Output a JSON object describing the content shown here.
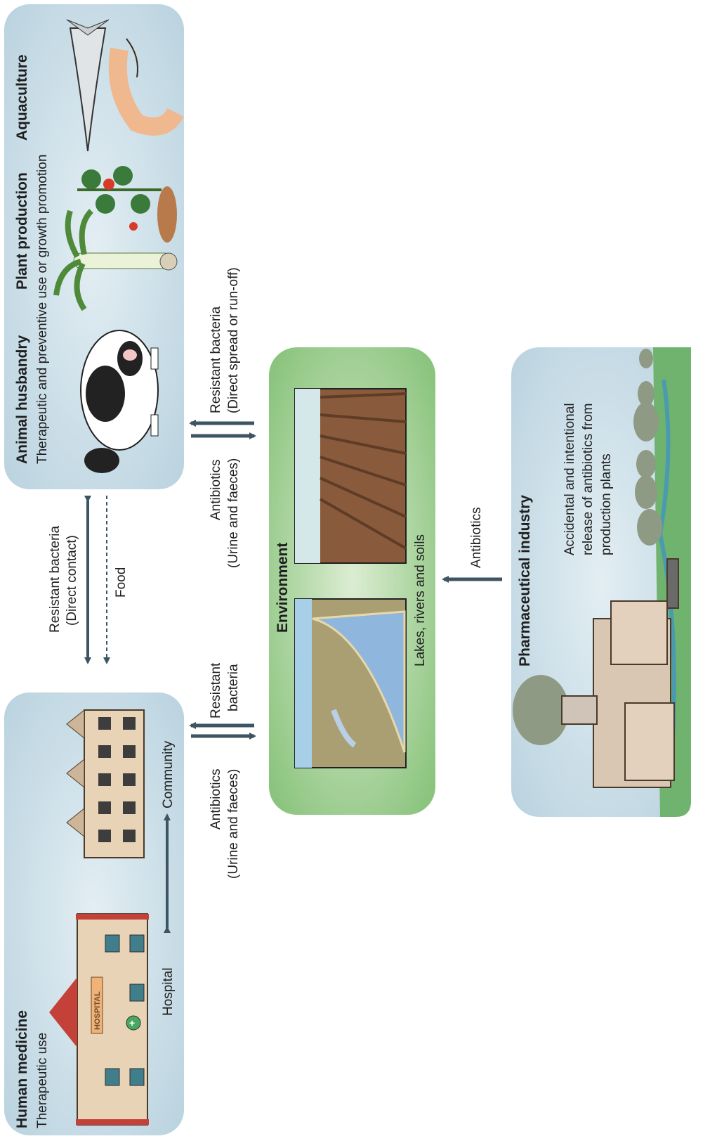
{
  "human_medicine": {
    "title": "Human medicine",
    "subtitle": "Therapeutic use",
    "hospital_label": "Hospital",
    "community_label": "Community",
    "hospital_sign": "HOSPITAL"
  },
  "animals": {
    "animal_husbandry": "Animal husbandry",
    "plant_production": "Plant production",
    "aquaculture": "Aquaculture",
    "subtitle": "Therapeutic and preventive use or growth promotion"
  },
  "environment": {
    "title": "Environment",
    "subtitle": "Lakes, rivers and soils"
  },
  "pharma": {
    "title": "Pharmaceutical industry",
    "desc_line1": "Accidental and intentional",
    "desc_line2": "release of antibiotics from",
    "desc_line3": "production plants"
  },
  "links": {
    "contact_line1": "Resistant bacteria",
    "contact_line2": "(Direct contact)",
    "food": "Food",
    "human_env_antibiotics_line1": "Antibiotics",
    "human_env_antibiotics_line2": "(Urine and faeces)",
    "human_env_bacteria_line1": "Resistant",
    "human_env_bacteria_line2": "bacteria",
    "animal_env_antibiotics_line1": "Antibiotics",
    "animal_env_antibiotics_line2": "(Urine and faeces)",
    "animal_env_bacteria_line1": "Resistant bacteria",
    "animal_env_bacteria_line2": "(Direct spread or run-off)",
    "pharma_env": "Antibiotics"
  },
  "colors": {
    "panel_blue": "#c6dce6",
    "env_green": "#8cc57f",
    "arrow": "#3d5463",
    "water": "#8fb6dc",
    "soil": "#8a5a3c"
  }
}
